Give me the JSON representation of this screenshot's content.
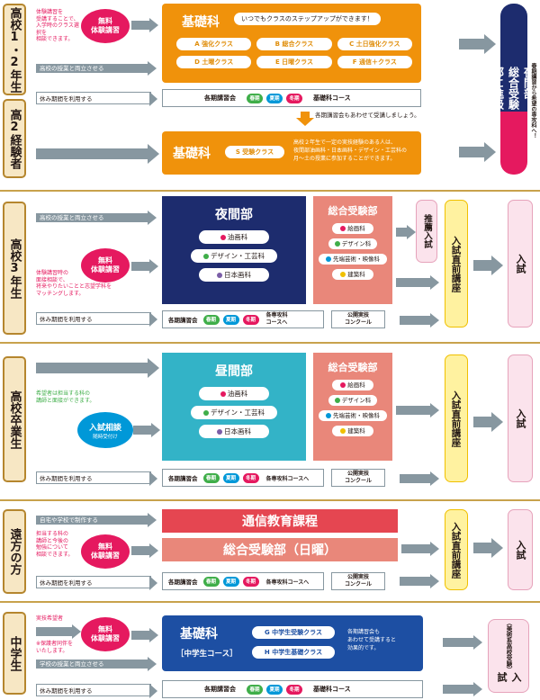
{
  "colors": {
    "orange": "#f0920b",
    "navy": "#1d2c6e",
    "cyan": "#33b3c7",
    "salmon": "#e9877a",
    "red": "#e54651",
    "blue": "#1d4fa3",
    "gray_arrow": "#8797a0",
    "spring": "#3fae49",
    "summer": "#0098d8",
    "winter": "#e5195f",
    "gold": "#c8a24c"
  },
  "sections": {
    "s1": {
      "label": "高校1・2年生",
      "label2": "高2経験者",
      "trial_badge": "無料\n体験講習",
      "trial_note": "体験講習を\n受講することで、\n入学時のクラス選択を\n相談できます。",
      "parallel_arrow": "高校の授業と両立させる",
      "holiday_arrow": "休み期間を利用する",
      "kiso_title": "基礎科",
      "kiso_bubble": "いつでもクラスのステップアップができます！",
      "classes": [
        "A 強化クラス",
        "B 総合クラス",
        "C 土日強化クラス",
        "D 土曜クラス",
        "E 日曜クラス",
        "F 通信＋クラス"
      ],
      "seasonal_label": "各期講習会",
      "spring": "春期",
      "summer": "夏期",
      "winter": "冬期",
      "kiso_course": "基礎科コース",
      "seasonal_note": "各期講習会もあわせて受講しましょう。",
      "juken_title": "基礎科",
      "juken_class": "S 受験クラス",
      "juken_note": "高校２年生で一定の実技経験のある人は、\n夜間部油画科・日本画科・デザイン・工芸科の\n月〜土の授業に参加することができます。",
      "progress_title": "夜間部・総合受験部に進級",
      "progress_note": "春期講習から希望の専攻科へ！"
    },
    "s2": {
      "label": "高校3年生",
      "parallel_arrow": "高校の授業と両立させる",
      "trial_badge": "無料\n体験講習",
      "trial_note": "体験講習時の\n面接相談で、\n将来やりたいことと志望学科を\nマッチングします。",
      "holiday_arrow": "休み期間を利用する",
      "yakan_title": "夜間部",
      "yakan_courses": [
        "油画科",
        "デザイン・工芸科",
        "日本画科"
      ],
      "sogo_title": "総合受験部",
      "sogo_courses": [
        "絵画科",
        "デザイン科",
        "先端芸術・映像科",
        "建築科"
      ],
      "suisen": "推薦入試",
      "chokuzen": "入試直前講座",
      "exam": "入試",
      "seasonal_label": "各期講習会",
      "spring": "春期",
      "summer": "夏期",
      "winter": "冬期",
      "senkou": "各専攻科\nコースへ",
      "koukai": "公開実技\nコンクール"
    },
    "s3": {
      "label": "高校卒業生",
      "note": "希望者は担当する科の\n講師と面接ができます。",
      "consult": "入試相談",
      "consult_sub": "随時受付け",
      "hiruma_title": "昼間部",
      "hiruma_courses": [
        "油画科",
        "デザイン・工芸科",
        "日本画科"
      ],
      "sogo_title": "総合受験部",
      "sogo_courses": [
        "絵画科",
        "デザイン科",
        "先端芸術・映像科",
        "建築科"
      ],
      "chokuzen": "入試直前講座",
      "exam": "入試",
      "holiday_arrow": "休み期間を利用する",
      "seasonal_label": "各期講習会",
      "spring": "春期",
      "summer": "夏期",
      "winter": "冬期",
      "senkou": "各専攻科コースへ",
      "koukai": "公開実技\nコンクール"
    },
    "s4": {
      "label": "遠方の方",
      "home_arrow": "自宅や学校で制作する",
      "trial_badge": "無料\n体験講習",
      "note": "担当する科の\n講師と今後の\n勉強について\n相談できます。",
      "tsushin": "通信教育課程",
      "sogo_sun": "総合受験部（日曜）",
      "chokuzen": "入試直前講座",
      "exam": "入試",
      "holiday_arrow": "休み期間を利用する",
      "seasonal_label": "各期講習会",
      "spring": "春期",
      "summer": "夏期",
      "winter": "冬期",
      "senkou": "各専攻科コースへ",
      "koukai": "公開実技\nコンクール"
    },
    "s5": {
      "label": "中学生",
      "wish": "実技希望者",
      "trial_badge": "無料\n体験講習",
      "guardian_note": "※保護者同伴を\nいたします。",
      "parallel_arrow": "学校の授業と両立させる",
      "holiday_arrow": "休み期間を利用する",
      "kiso_title": "基礎科",
      "kiso_sub": "［中学生コース］",
      "classes": [
        "G 中学生受験クラス",
        "H 中学生基礎クラス"
      ],
      "kiso_note": "各期講習会も\nあわせて受講すると\n効果的です。",
      "seasonal_label": "各期講習会",
      "spring": "春期",
      "summer": "夏期",
      "winter": "冬期",
      "kiso_course": "基礎科コース",
      "exam_sub": "（美術系高校受験）",
      "exam": "入試"
    }
  }
}
